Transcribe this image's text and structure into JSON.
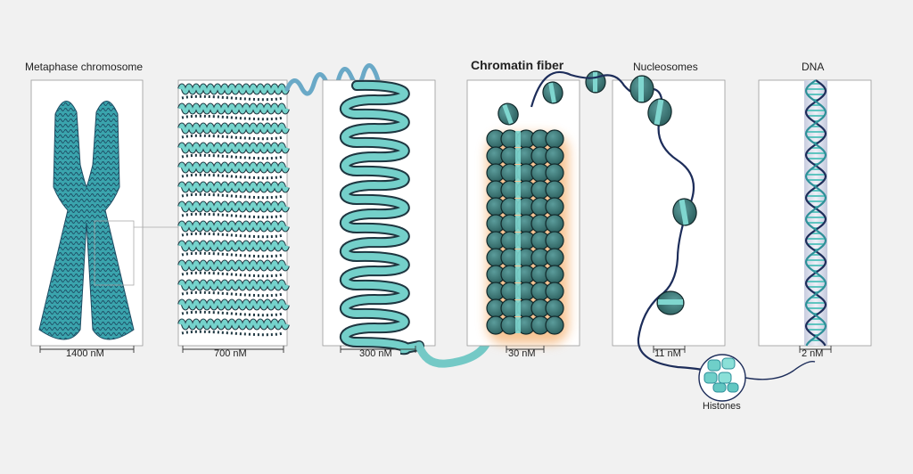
{
  "panels": [
    {
      "title": "Metaphase chromosome",
      "scale": "1400 nM"
    },
    {
      "title": "",
      "scale": "700 nM"
    },
    {
      "title": "",
      "scale": "300 nM"
    },
    {
      "title": "Chromatin fiber",
      "scale": "30 nM"
    },
    {
      "title": "Nucleosomes",
      "scale": "11 nM"
    },
    {
      "title": "DNA",
      "scale": "2 nM"
    }
  ],
  "callout": "Histones",
  "colors": {
    "teal_fill": "#62c7c2",
    "teal_dark": "#2c8e99",
    "nucleosome": "#3e7f7e",
    "dna_strand": "#1d2d5a",
    "panel_bg": "#ffffff",
    "glow": "#f2a45a"
  }
}
